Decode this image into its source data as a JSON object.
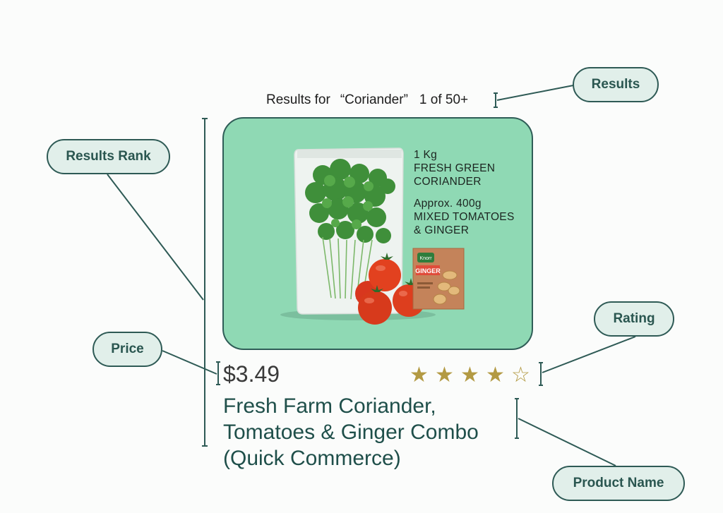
{
  "results": {
    "prefix": "Results for",
    "query": "“Coriander”",
    "count": "1 of 50+"
  },
  "product_card": {
    "image_text": {
      "line1": "1 Kg",
      "line2": "FRESH GREEN",
      "line3": "CORIANDER",
      "line4": "Approx. 400g",
      "line5": "MIXED TOMATOES",
      "line6": "& GINGER"
    },
    "ginger_box_brand": "Knorr",
    "ginger_box_label": "GINGER",
    "background_color": "#8fd9b4"
  },
  "price": "$3.49",
  "rating": {
    "value": 4,
    "max": 5,
    "filled_star": "★",
    "empty_star": "☆"
  },
  "product_name": {
    "line1": "Fresh Farm Coriander,",
    "line2": "Tomatoes & Ginger Combo",
    "line3": "(Quick Commerce)"
  },
  "callouts": {
    "results": "Results",
    "results_rank": "Results Rank",
    "price": "Price",
    "rating": "Rating",
    "product_name": "Product Name"
  },
  "colors": {
    "accent": "#2e5a55",
    "callout_fill": "#e1efea",
    "star": "#b39a43"
  }
}
